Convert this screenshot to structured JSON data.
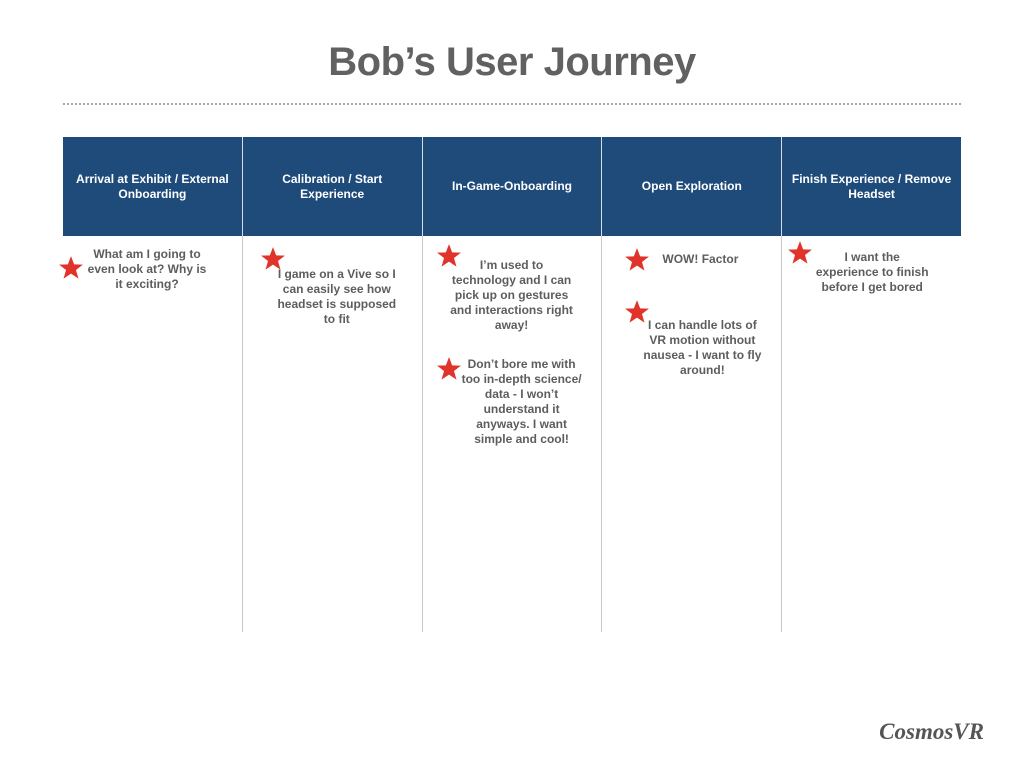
{
  "title": "Bob’s User Journey",
  "colors": {
    "header": "#1f4b7b",
    "star": "#e0342a",
    "title": "#616161"
  },
  "stages": [
    {
      "label": "Arrival at Exhibit / External Onboarding",
      "notes": [
        "What am I going to even look at? Why is it exciting?"
      ]
    },
    {
      "label": "Calibration / Start Experience",
      "notes": [
        "I game on a Vive so I can easily see how headset is supposed to fit"
      ]
    },
    {
      "label": "In-Game-Onboarding",
      "notes": [
        "I’m used to technology and I can pick up on gestures and interactions right away!",
        "Don’t bore me with too in-depth science/ data - I won’t understand it anyways. I want simple and cool!"
      ]
    },
    {
      "label": "Open Exploration",
      "notes": [
        "WOW! Factor",
        "I can handle lots of VR motion without nausea - I want to fly around!"
      ]
    },
    {
      "label": "Finish Experience / Remove Headset",
      "notes": [
        "I want the experience to finish before I get bored"
      ]
    }
  ],
  "logo": "CosmosVR"
}
